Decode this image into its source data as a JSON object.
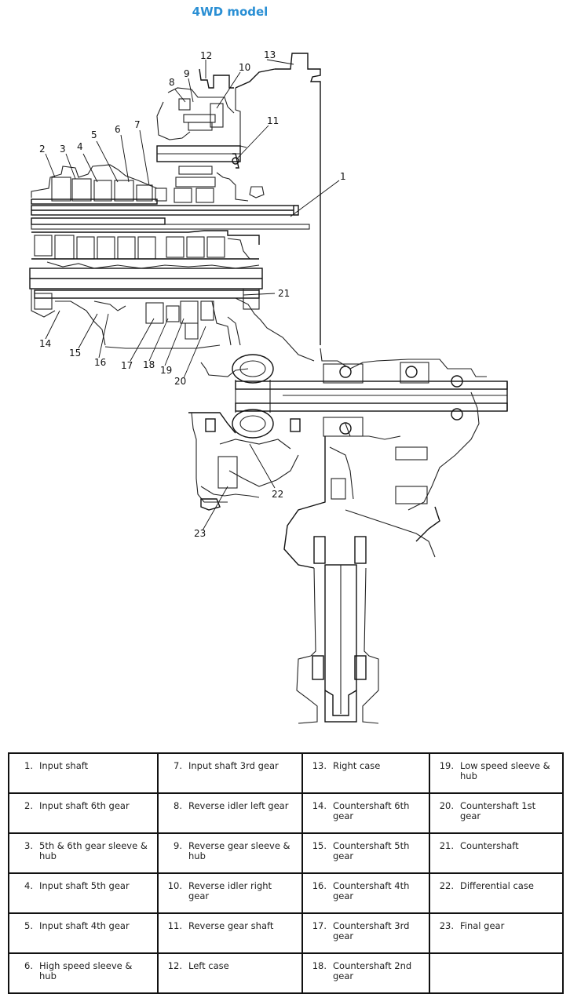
{
  "title": "4WD model",
  "diagram_labels": [
    "1",
    "2",
    "3",
    "4",
    "5",
    "6",
    "7",
    "8",
    "9",
    "10",
    "11",
    "12",
    "13",
    "14",
    "15",
    "16",
    "17",
    "18",
    "19",
    "20",
    "21",
    "22",
    "23"
  ],
  "legend": {
    "rows": [
      [
        {
          "num": "1.",
          "text": "Input shaft"
        },
        {
          "num": "7.",
          "text": "Input shaft 3rd gear"
        },
        {
          "num": "13.",
          "text": "Right case"
        },
        {
          "num": "19.",
          "text": "Low speed sleeve & hub"
        }
      ],
      [
        {
          "num": "2.",
          "text": "Input shaft 6th gear"
        },
        {
          "num": "8.",
          "text": "Reverse idler left gear"
        },
        {
          "num": "14.",
          "text": "Countershaft 6th gear"
        },
        {
          "num": "20.",
          "text": "Countershaft 1st gear"
        }
      ],
      [
        {
          "num": "3.",
          "text": "5th & 6th gear sleeve & hub"
        },
        {
          "num": "9.",
          "text": "Reverse gear sleeve & hub"
        },
        {
          "num": "15.",
          "text": "Countershaft 5th gear"
        },
        {
          "num": "21.",
          "text": "Countershaft"
        }
      ],
      [
        {
          "num": "4.",
          "text": "Input shaft 5th gear"
        },
        {
          "num": "10.",
          "text": "Reverse idler right gear"
        },
        {
          "num": "16.",
          "text": "Countershaft 4th gear"
        },
        {
          "num": "22.",
          "text": "Differential case"
        }
      ],
      [
        {
          "num": "5.",
          "text": "Input shaft 4th gear"
        },
        {
          "num": "11.",
          "text": "Reverse gear shaft"
        },
        {
          "num": "17.",
          "text": "Countershaft 3rd gear"
        },
        {
          "num": "23.",
          "text": "Final gear"
        }
      ],
      [
        {
          "num": "6.",
          "text": "High speed sleeve & hub"
        },
        {
          "num": "12.",
          "text": "Left case"
        },
        {
          "num": "18.",
          "text": "Countershaft 2nd gear"
        },
        {
          "num": "",
          "text": ""
        }
      ]
    ]
  }
}
